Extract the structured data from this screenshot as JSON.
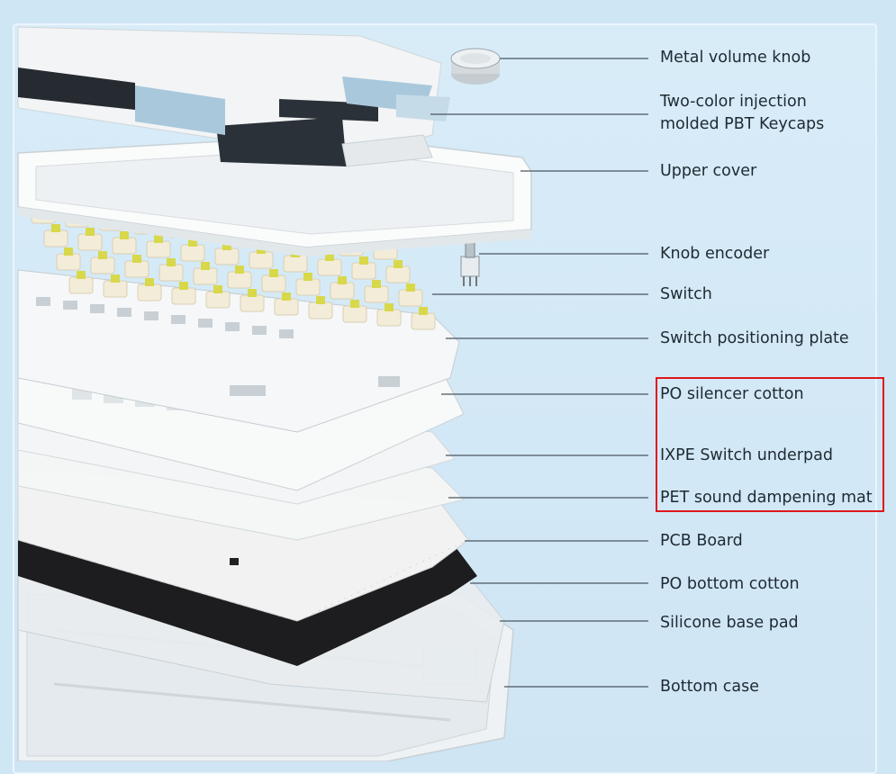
{
  "diagram": {
    "labels": [
      "Metal volume knob",
      "Two-color injection molded PBT Keycaps",
      "Upper cover",
      "Knob encoder",
      "Switch",
      "Switch positioning plate",
      "PO silencer cotton",
      "IXPE Switch underpad",
      "PET sound dampening mat",
      "PCB Board",
      "PO bottom cotton",
      "Silicone base pad",
      "Bottom case"
    ],
    "keycaps_label_line1": "Two-color injection",
    "keycaps_label_line2": "molded PBT Keycaps",
    "highlight_color": "#e0161d"
  },
  "colors": {
    "background": "#cfe6f5",
    "leader_line": "#4a5560",
    "keycap_white": "#f4f6f6",
    "keycap_blue": "#a9c8dc",
    "keycap_dark": "#2b3138",
    "switch_yellow": "#d8d84a",
    "pcb_black": "#1d1d1f"
  }
}
